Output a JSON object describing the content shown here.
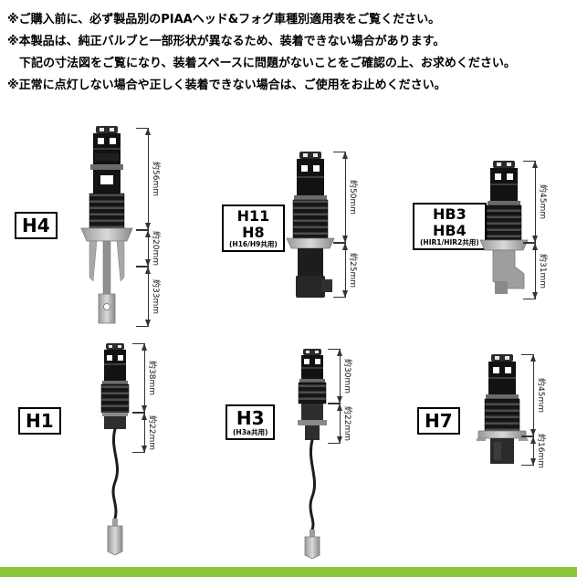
{
  "notes": {
    "lines": [
      "※ご購入前に、必ず製品別のPIAAヘッド&フォグ車種別適用表をご覧ください。",
      "※本製品は、純正バルブと一部形状が異なるため、装着できない場合があります。",
      "下記の寸法図をご覧になり、装着スペースに問題がないことをご確認の上、お求めください。",
      "※正常に点灯しない場合や正しく装着できない場合は、ご使用をお止めください。"
    ]
  },
  "bulbs": [
    {
      "name_lines": [
        "H4"
      ],
      "subtitle": "",
      "dims": [
        "約56mm",
        "約20mm",
        "約33mm"
      ]
    },
    {
      "name_lines": [
        "H11",
        "H8"
      ],
      "subtitle": "(H16/H9共用)",
      "dims": [
        "約50mm",
        "約25mm"
      ]
    },
    {
      "name_lines": [
        "HB3",
        "HB4"
      ],
      "subtitle": "(HIR1/HIR2共用)",
      "dims": [
        "約45mm",
        "約31mm"
      ]
    },
    {
      "name_lines": [
        "H1"
      ],
      "subtitle": "",
      "dims": [
        "約38mm",
        "約22mm"
      ]
    },
    {
      "name_lines": [
        "H3"
      ],
      "subtitle": "(H3a共用)",
      "dims": [
        "約30mm",
        "約22mm"
      ]
    },
    {
      "name_lines": [
        "H7"
      ],
      "subtitle": "",
      "dims": [
        "約45mm",
        "約16mm"
      ]
    }
  ],
  "colors": {
    "footer_bar": "#8cc63e",
    "dimension_lines": "#333333",
    "bulb_body": "#121212",
    "metal": "#b5b5b5"
  }
}
